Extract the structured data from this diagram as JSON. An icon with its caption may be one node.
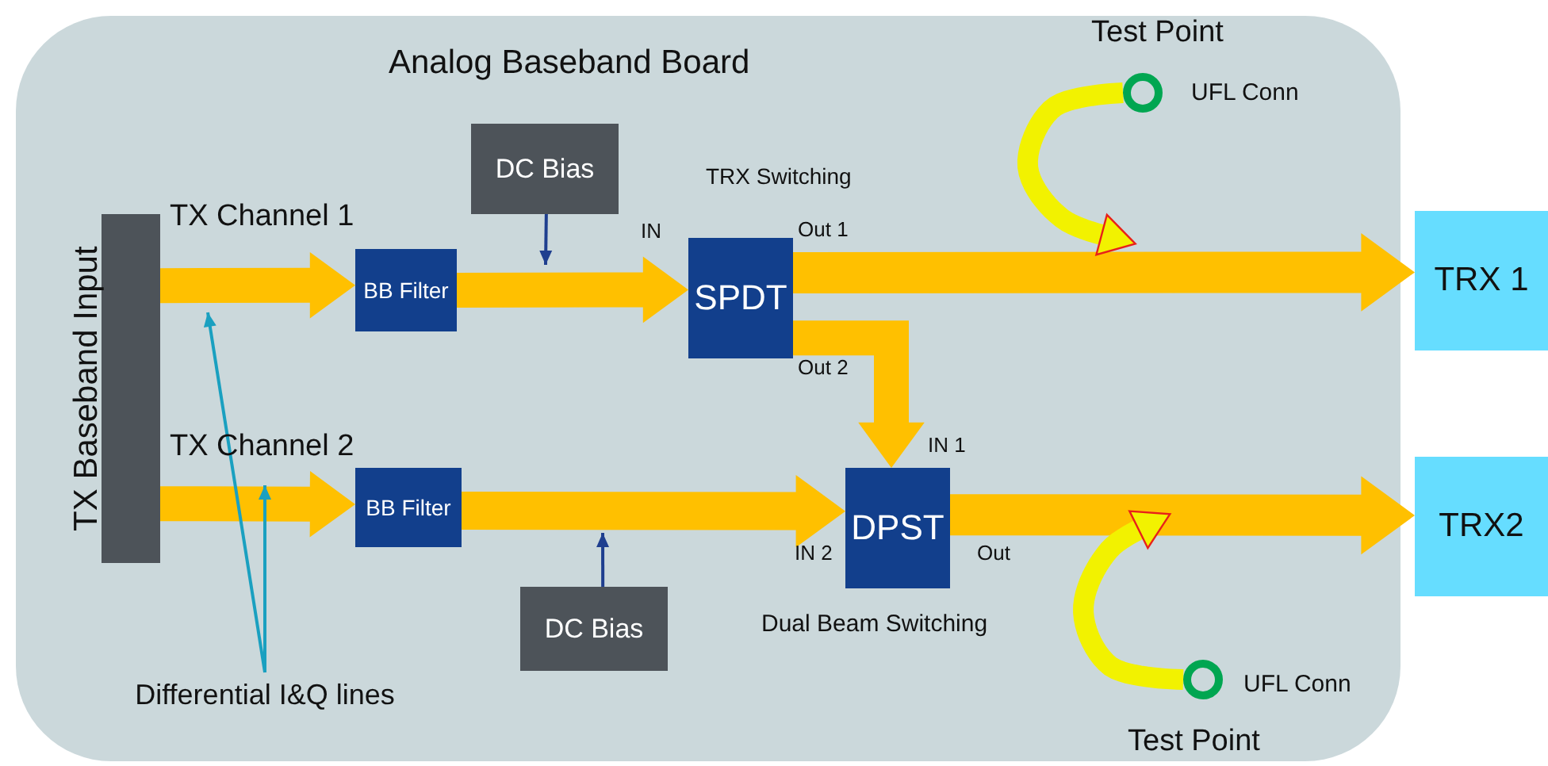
{
  "diagram": {
    "nodes": [
      {
        "text": [
          "Analog Baseband Board"
        ]
      },
      {
        "text": [
          "TX Baseband Input"
        ],
        "in": 0
      },
      {
        "text": [
          "BB Filter"
        ],
        "in": 0
      },
      {
        "text": [
          "DC Bias"
        ],
        "in": 0
      },
      {
        "text": [
          "SPDT"
        ],
        "in": 0,
        "beside": [
          "TRX Switching",
          "Out 1",
          "Out 2"
        ]
      },
      {
        "text": [
          "BB Filter"
        ],
        "in": 0
      },
      {
        "text": [
          "DC Bias"
        ],
        "in": 0
      },
      {
        "text": [
          "DPST"
        ],
        "in": 0,
        "beside": [
          "IN 1",
          "IN 2",
          "Out",
          "Dual Beam Switching"
        ]
      },
      {
        "text": [
          "TRX 1"
        ]
      },
      {
        "text": [
          "TRX2"
        ]
      },
      {
        "text": [],
        "shape": "circle",
        "in": 0,
        "beside": [
          "Test Point",
          "UFL Conn"
        ]
      },
      {
        "text": [],
        "shape": "circle",
        "in": 0,
        "beside": [
          "UFL Conn",
          "Test Point"
        ]
      },
      {
        "text": [
          "Differential I&Q lines"
        ],
        "in": 0
      }
    ],
    "edges": [
      {
        "from": 1,
        "to": 2,
        "arrow": "to",
        "style": "thick"
      },
      {
        "from": 2,
        "to": 4,
        "arrow": "to",
        "style": "thick"
      },
      {
        "from": 4,
        "to": 8,
        "arrow": "to",
        "style": "thick"
      },
      {
        "from": 4,
        "to": 7,
        "arrow": "to",
        "style": "thick"
      },
      {
        "from": 1,
        "to": 5,
        "arrow": "to",
        "style": "thick"
      },
      {
        "from": 5,
        "to": 7,
        "arrow": "to",
        "style": "thick"
      },
      {
        "from": 7,
        "to": 9,
        "arrow": "to",
        "style": "thick"
      },
      {
        "from": 3,
        "to": null,
        "arrow": "to",
        "color": "#1f3f8f"
      },
      {
        "from": 6,
        "to": null,
        "arrow": "to",
        "color": "#1f3f8f"
      },
      {
        "from": 10,
        "to": null,
        "arrow": "to",
        "style": "thick",
        "color": "#f2f200"
      },
      {
        "from": 11,
        "to": null,
        "arrow": "to",
        "style": "thick",
        "color": "#f2f200"
      },
      {
        "from": 12,
        "to": null,
        "arrow": "to",
        "color": "#1aa0c0"
      },
      {
        "from": 12,
        "to": null,
        "arrow": "to",
        "color": "#1aa0c0"
      }
    ],
    "labels": [
      "TX Channel 1",
      "IN",
      "TX Channel 2"
    ]
  }
}
